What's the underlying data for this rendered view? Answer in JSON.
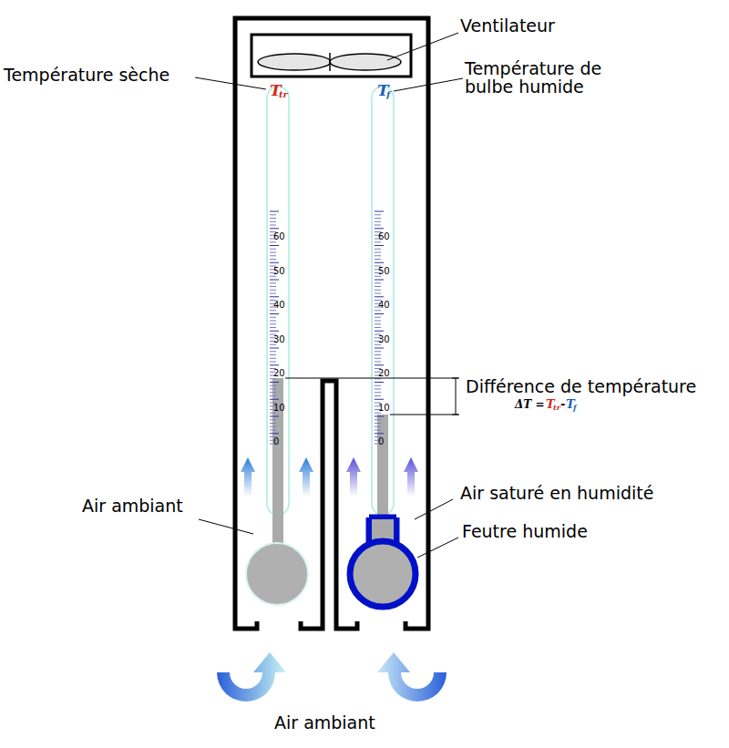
{
  "diagram": {
    "labels": [
      "Ventilateur",
      "Température sèche",
      "Température de bulbe humide",
      "T",
      "tr",
      "T",
      "f",
      "60",
      "50",
      "40",
      "30",
      "20",
      "10",
      "0",
      "60",
      "50",
      "40",
      "30",
      "20",
      "10",
      "0",
      "Différence de température",
      "ΔT =",
      "T",
      "tr",
      "-",
      "T",
      "f",
      "Air ambiant",
      "Air saturé en humidité",
      "Feutre humide",
      "Air ambiant"
    ]
  }
}
